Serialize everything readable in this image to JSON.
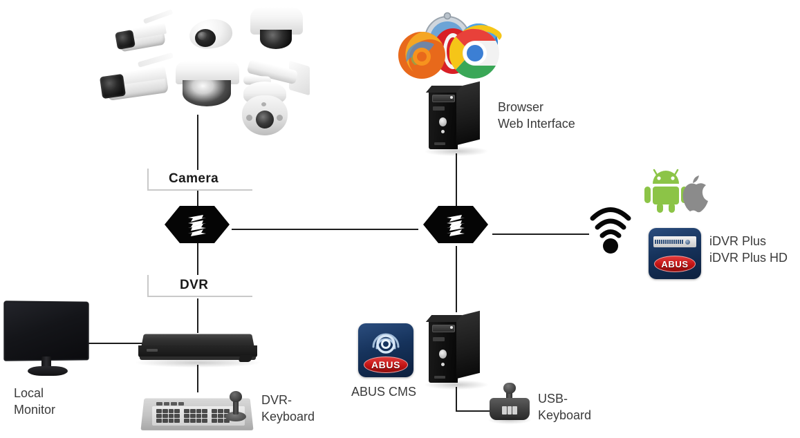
{
  "diagram": {
    "title": "ABUS DVR network topology",
    "background": "#ffffff",
    "line_color": "#1c1c1c",
    "text_color": "#3a3a3a",
    "accent_red": "#c21414",
    "accent_blue": "#16335c"
  },
  "labels": {
    "camera": "Camera",
    "dvr": "DVR",
    "browser_web_interface": "Browser\nWeb Interface",
    "local_monitor": "Local\nMonitor",
    "dvr_keyboard": "DVR-\nKeyboard",
    "abus_cms": "ABUS CMS",
    "usb_keyboard": "USB-\nKeyboard",
    "idvr": "iDVR Plus\niDVR Plus HD"
  },
  "badges": {
    "abus": "ABUS"
  },
  "nodes": [
    {
      "id": "camera-group",
      "name": "ip-cameras",
      "label": "Camera"
    },
    {
      "id": "switch-left",
      "name": "network-switch-left",
      "label": ""
    },
    {
      "id": "switch-right",
      "name": "network-switch-right",
      "label": ""
    },
    {
      "id": "dvr-unit",
      "name": "dvr-recorder",
      "label": "DVR"
    },
    {
      "id": "local-monitor",
      "name": "local-monitor",
      "label": "Local Monitor"
    },
    {
      "id": "dvr-keyboard",
      "name": "dvr-keyboard",
      "label": "DVR-Keyboard"
    },
    {
      "id": "browser-pc",
      "name": "browser-workstation",
      "label": "Browser Web Interface"
    },
    {
      "id": "cms-pc",
      "name": "cms-workstation",
      "label": "ABUS CMS"
    },
    {
      "id": "usb-keyboard",
      "name": "usb-keyboard",
      "label": "USB-Keyboard"
    },
    {
      "id": "wifi",
      "name": "wireless-access",
      "label": ""
    },
    {
      "id": "mobile-apps",
      "name": "mobile-app-clients",
      "label": "iDVR Plus / iDVR Plus HD"
    }
  ],
  "browsers": [
    "safari",
    "firefox",
    "opera",
    "chrome",
    "internet-explorer"
  ],
  "platforms": [
    "android",
    "apple"
  ]
}
